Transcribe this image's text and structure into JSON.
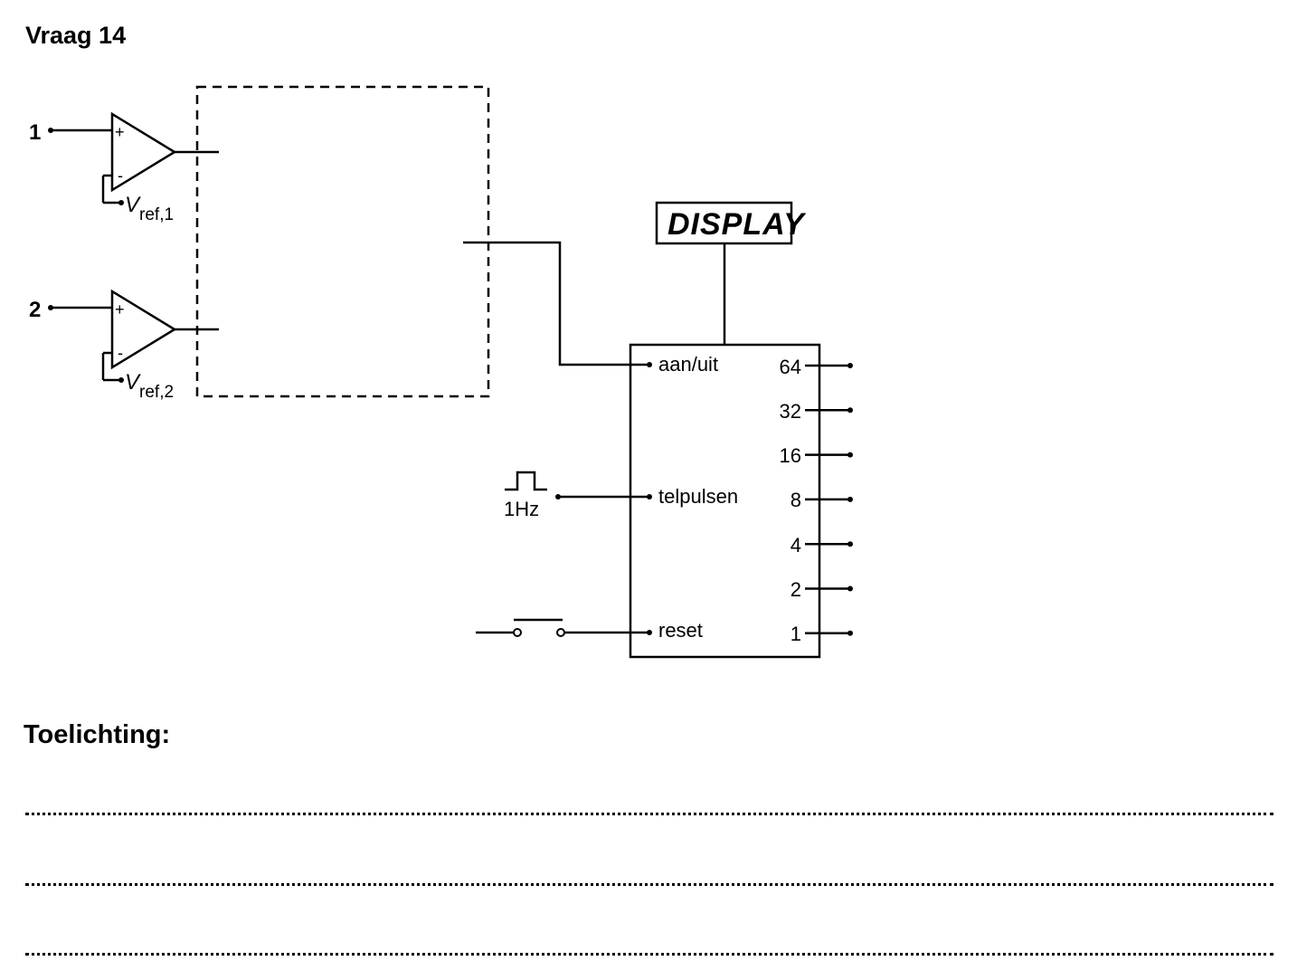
{
  "header": {
    "question_title": "Vraag 14"
  },
  "inputs": [
    {
      "label": "1",
      "vref_main": "V",
      "vref_sub": "ref,1"
    },
    {
      "label": "2",
      "vref_main": "V",
      "vref_sub": "ref,2"
    }
  ],
  "comparator_signs": {
    "plus": "+",
    "minus": "-"
  },
  "display": {
    "label": "DISPLAY"
  },
  "counter": {
    "left_pins": [
      "aan/uit",
      "telpulsen",
      "reset"
    ],
    "outputs": [
      "64",
      "32",
      "16",
      "8",
      "4",
      "2",
      "1"
    ]
  },
  "clock": {
    "label": "1Hz"
  },
  "explanation": {
    "title": "Toelichting:",
    "answer_lines": 3
  }
}
